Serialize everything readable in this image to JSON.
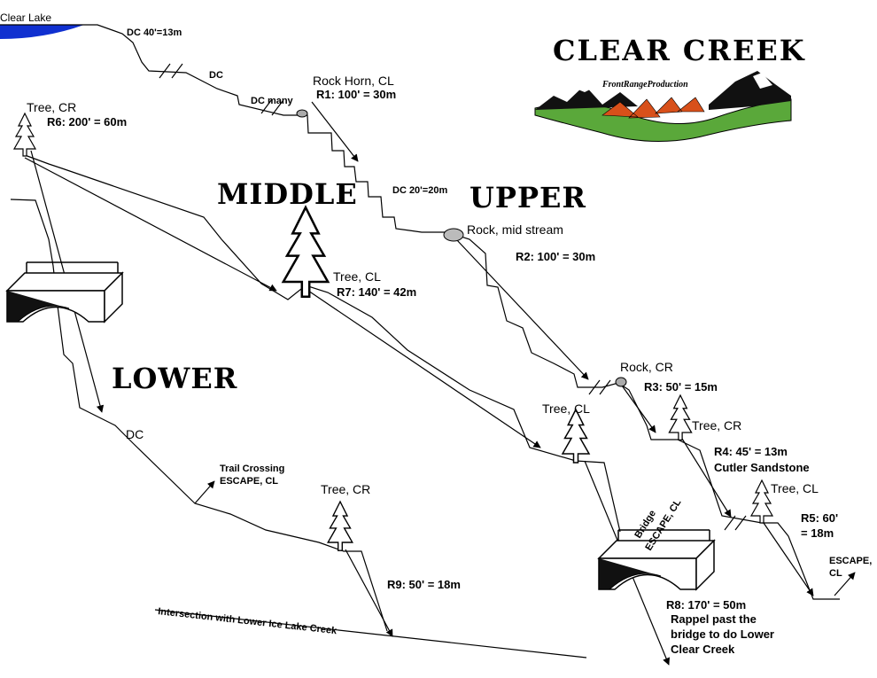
{
  "title": "CLEAR CREEK",
  "producer": "FrontRangeProduction",
  "sections": {
    "upper": "UPPER",
    "middle": "MIDDLE",
    "lower": "LOWER"
  },
  "labels": {
    "clear_lake": "Clear Lake",
    "dc_40": "DC 40'=13m",
    "dc_1": "DC",
    "dc_many": "DC many",
    "rock_horn": "Rock Horn, CL",
    "r1": "R1: 100' = 30m",
    "tree_r6": "Tree, CR",
    "r6": "R6: 200' = 60m",
    "dc_20": "DC 20'=20m",
    "rock_mid": "Rock, mid stream",
    "r2": "R2: 100' = 30m",
    "tree_r7": "Tree, CL",
    "r7": "R7: 140' = 42m",
    "rock_cr": "Rock, CR",
    "r3": "R3: 50' = 15m",
    "tree_cl_mid": "Tree, CL",
    "tree_r4": "Tree, CR",
    "r4": "R4: 45' = 13m",
    "cutler": "Cutler Sandstone",
    "tree_r5": "Tree, CL",
    "r5a": "R5: 60'",
    "r5b": "= 18m",
    "escape_r5a": "ESCAPE,",
    "escape_r5b": "CL",
    "dc_lower": "DC",
    "trail_crossing": "Trail Crossing",
    "trail_escape": "ESCAPE, CL",
    "tree_r9": "Tree, CR",
    "r9": "R9: 50' = 18m",
    "bridge": "Bridge",
    "bridge_escape": "ESCAPE, CL",
    "r8a": "R8: 170' = 50m",
    "r8b": "Rappel past the",
    "r8c": "bridge to do Lower",
    "r8d": "Clear Creek",
    "intersection": "Intersection with Lower Ice Lake Creek"
  },
  "colors": {
    "lake": "#1030d0",
    "grass": "#5aa83a",
    "mountain": "#111111",
    "autumn": "#d8501a"
  }
}
